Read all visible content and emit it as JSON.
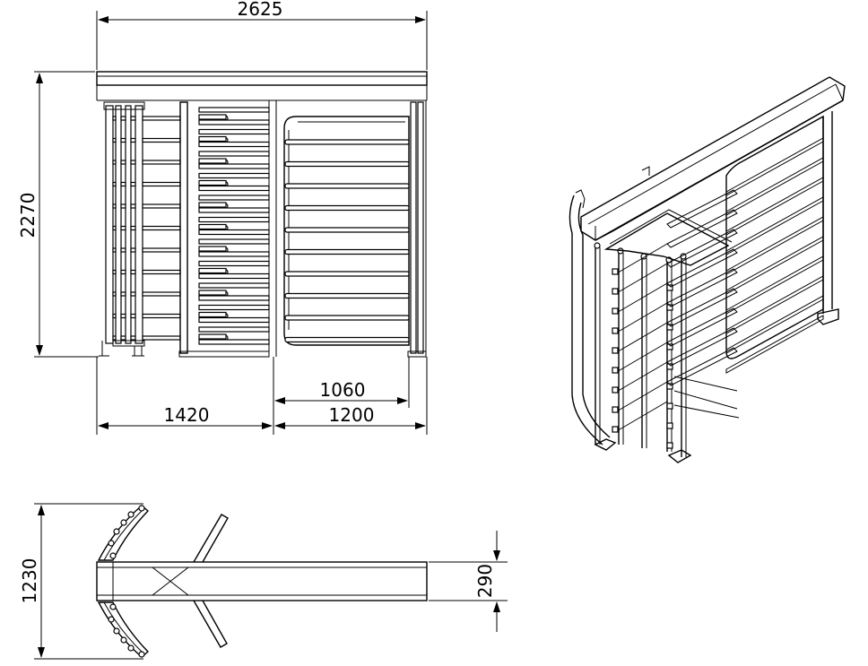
{
  "dimensions": {
    "overall_width": "2625",
    "overall_height": "2270",
    "left_section_width": "1420",
    "gate_passage_width": "1060",
    "gate_section_width": "1200",
    "top_view_depth": "1230",
    "beam_width": "290"
  }
}
